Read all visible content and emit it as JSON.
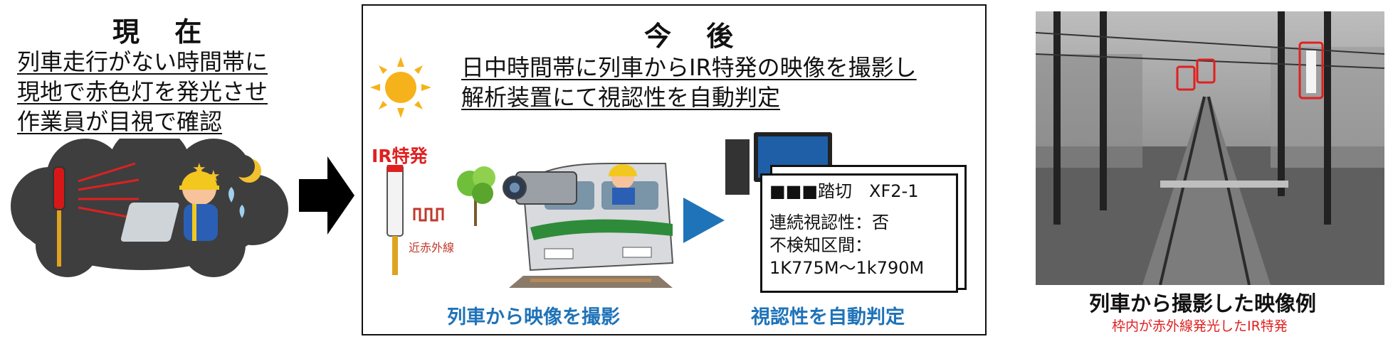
{
  "current": {
    "heading": "現 在",
    "lines": [
      "列車走行がない時間帯に",
      "現地で赤色灯を発光させ",
      "作業員が目視で確認"
    ]
  },
  "future": {
    "heading": "今 後",
    "lines": [
      "日中時間帯に列車からIR特発の映像を撮影し",
      "解析装置にて視認性を自動判定"
    ],
    "ir_label": "IR特発",
    "nir_label": "近赤外線",
    "caption_train": "列車から映像を撮影",
    "caption_judge": "視認性を自動判定",
    "report": {
      "title": "■■■踏切　XF2-1",
      "line1": "連続視認性：否",
      "line2": "不検知区間：",
      "line3": "1K775M～1k790M"
    }
  },
  "example": {
    "caption": "列車から撮影した映像例",
    "note": "枠内が赤外線発光したIR特発"
  },
  "colors": {
    "accent_blue": "#1f73b8",
    "alert_red": "#e02020",
    "cloud": "#3e3e3e"
  }
}
